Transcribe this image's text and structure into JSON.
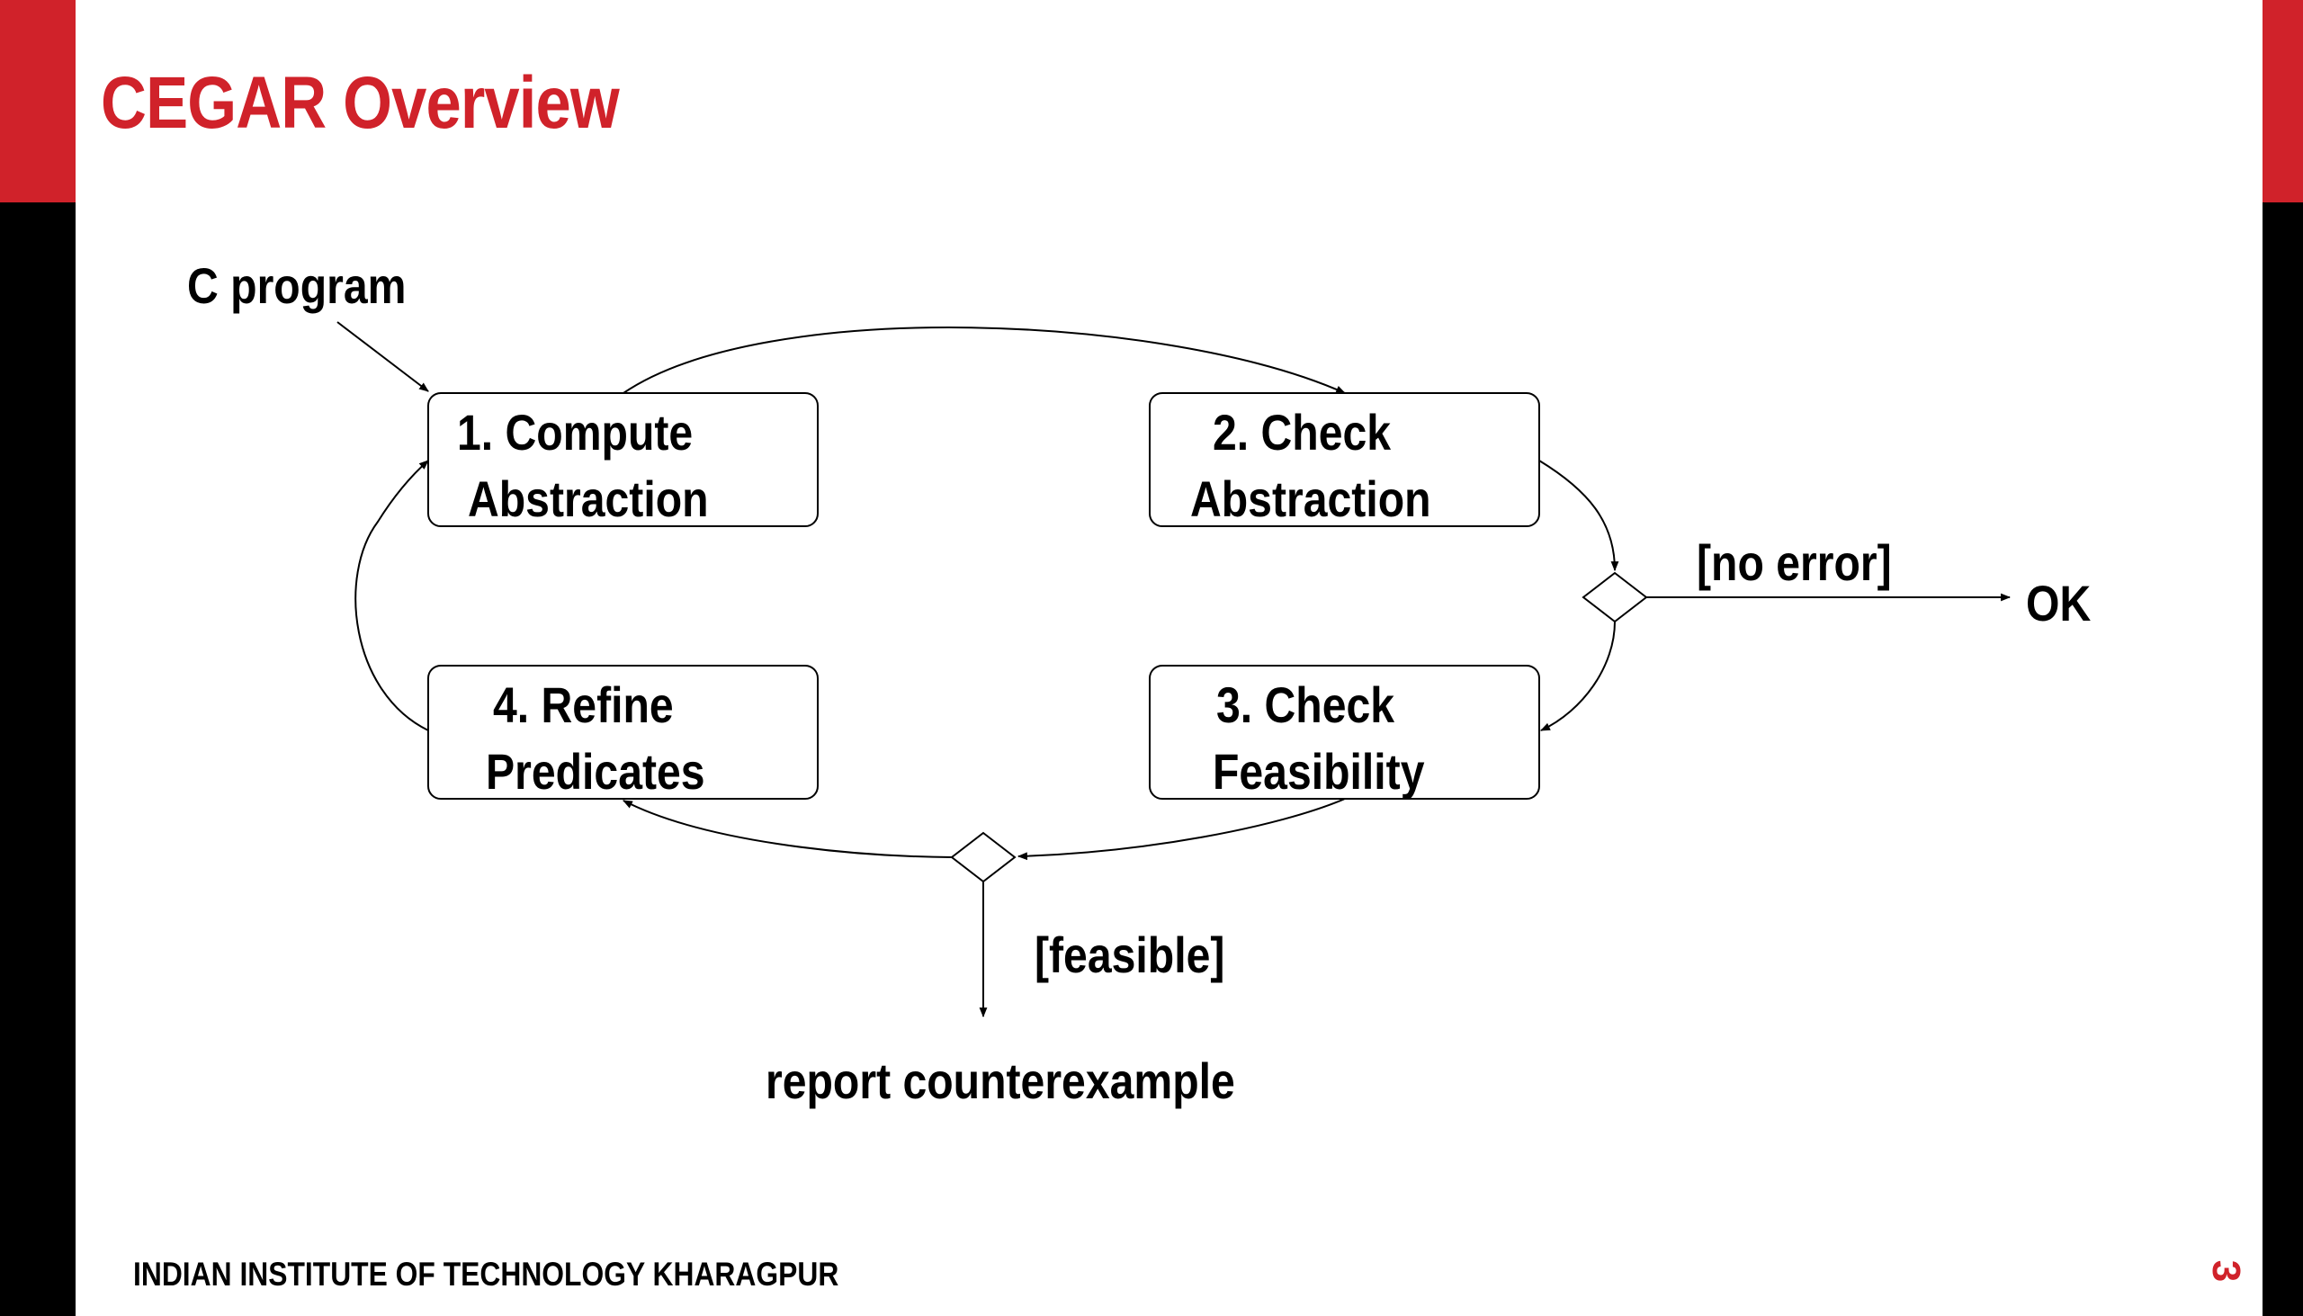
{
  "slide": {
    "title": "CEGAR Overview",
    "footer": "INDIAN INSTITUTE OF TECHNOLOGY KHARAGPUR",
    "page_number": "3"
  },
  "diagram": {
    "input_label": "C program",
    "boxes": [
      {
        "line1": "1. Compute",
        "line2": "Abstraction"
      },
      {
        "line1": "2. Check",
        "line2": "Abstraction"
      },
      {
        "line1": "3. Check",
        "line2": "Feasibility"
      },
      {
        "line1": "4. Refine",
        "line2": "Predicates"
      }
    ],
    "no_error_label": "[no error]",
    "ok_label": "OK",
    "feasible_label": "[feasible]",
    "report_label": "report counterexample"
  },
  "colors": {
    "accent": "#d0222a",
    "sidebar": "#000000"
  }
}
